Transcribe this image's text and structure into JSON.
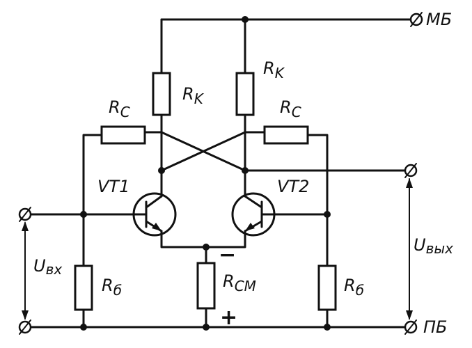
{
  "labels": {
    "rk": {
      "main": "R",
      "sub": "K"
    },
    "rc": {
      "main": "R",
      "sub": "C"
    },
    "rb": {
      "main": "R",
      "sub": "б"
    },
    "rsm": {
      "main": "R",
      "sub": "CM"
    },
    "vt1": "VT1",
    "vt2": "VT2",
    "mb": "МБ",
    "pb": "ПБ",
    "uin": {
      "main": "U",
      "sub": "вх"
    },
    "uout": {
      "main": "U",
      "sub": "вых"
    },
    "minus": "−",
    "plus": "+"
  }
}
